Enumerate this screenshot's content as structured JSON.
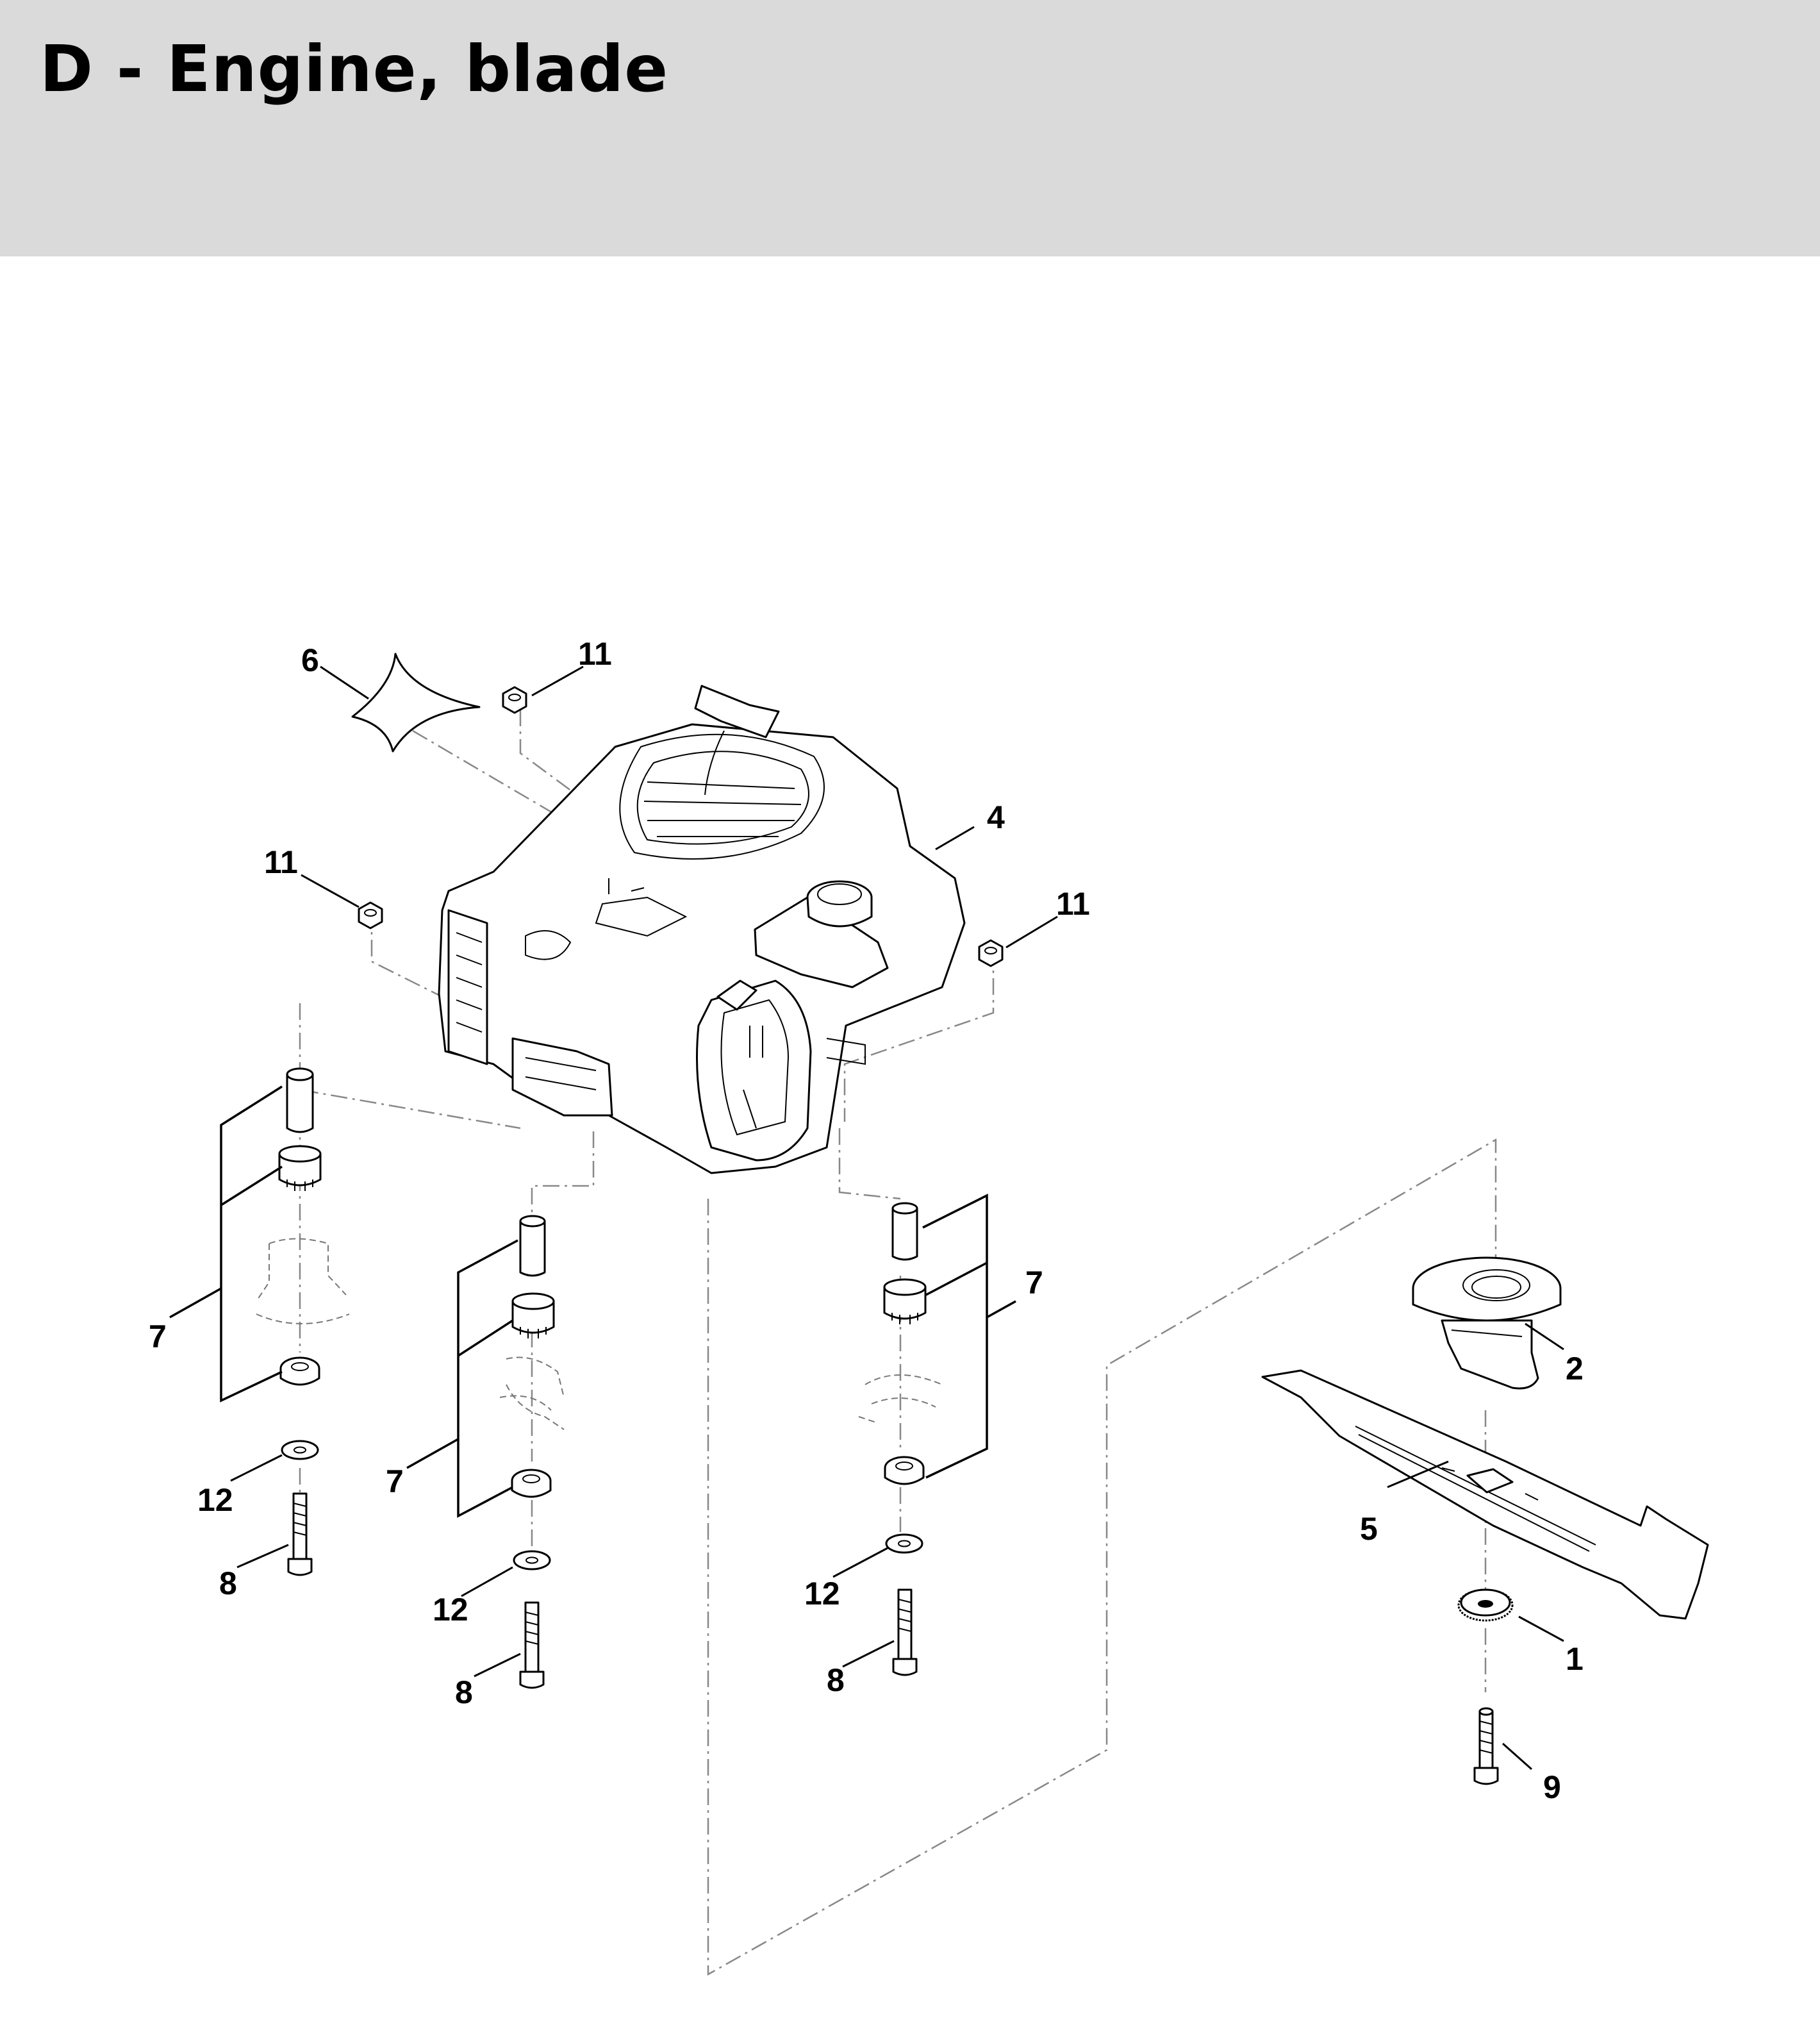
{
  "page": {
    "title": "D - Engine, blade"
  },
  "callouts": {
    "c1": "1",
    "c2": "2",
    "c4": "4",
    "c5": "5",
    "c6": "6",
    "c7a": "7",
    "c7b": "7",
    "c7c": "7",
    "c8a": "8",
    "c8b": "8",
    "c8c": "8",
    "c9": "9",
    "c11a": "11",
    "c11b": "11",
    "c11c": "11",
    "c12a": "12",
    "c12b": "12",
    "c12c": "12"
  },
  "colors": {
    "header_band": "#d9dad9",
    "line_art": "#000000",
    "guide_lines": "#888888"
  }
}
